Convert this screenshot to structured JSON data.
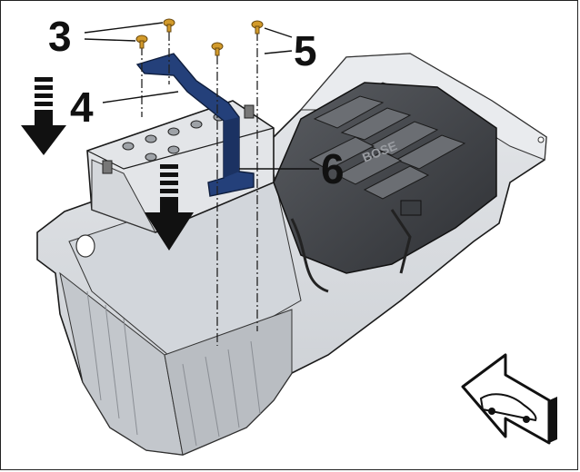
{
  "figure": {
    "callouts": [
      {
        "id": "3",
        "label": "3"
      },
      {
        "id": "4",
        "label": "4"
      },
      {
        "id": "5",
        "label": "5"
      },
      {
        "id": "6",
        "label": "6"
      }
    ],
    "icons": {
      "bolt": "bolt-icon",
      "down_arrow": "down-arrow-icon",
      "vehicle_direction": "vehicle-direction-icon"
    },
    "colors": {
      "bracket": "#24407a",
      "bolt": "#d29a2a",
      "tray": "#dcdfe3",
      "outline": "#1a1a1a"
    }
  }
}
